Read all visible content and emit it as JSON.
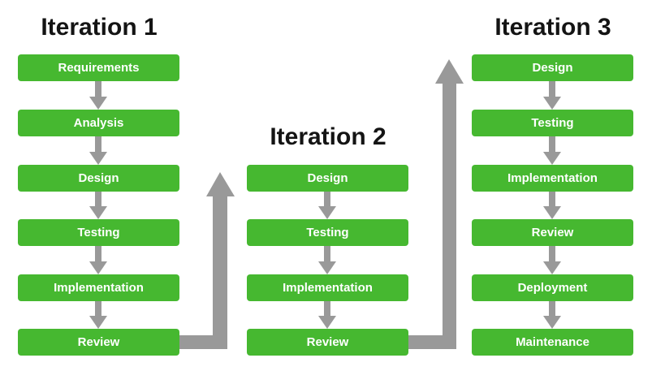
{
  "colors": {
    "box": "#46B830",
    "box_text": "#FFFFFF",
    "arrow": "#999999",
    "title": "#141414"
  },
  "iterations": [
    {
      "title": "Iteration 1",
      "steps": [
        "Requirements",
        "Analysis",
        "Design",
        "Testing",
        "Implementation",
        "Review"
      ]
    },
    {
      "title": "Iteration 2",
      "steps": [
        "Design",
        "Testing",
        "Implementation",
        "Review"
      ]
    },
    {
      "title": "Iteration 3",
      "steps": [
        "Design",
        "Testing",
        "Implementation",
        "Review",
        "Deployment",
        "Maintenance"
      ]
    }
  ]
}
